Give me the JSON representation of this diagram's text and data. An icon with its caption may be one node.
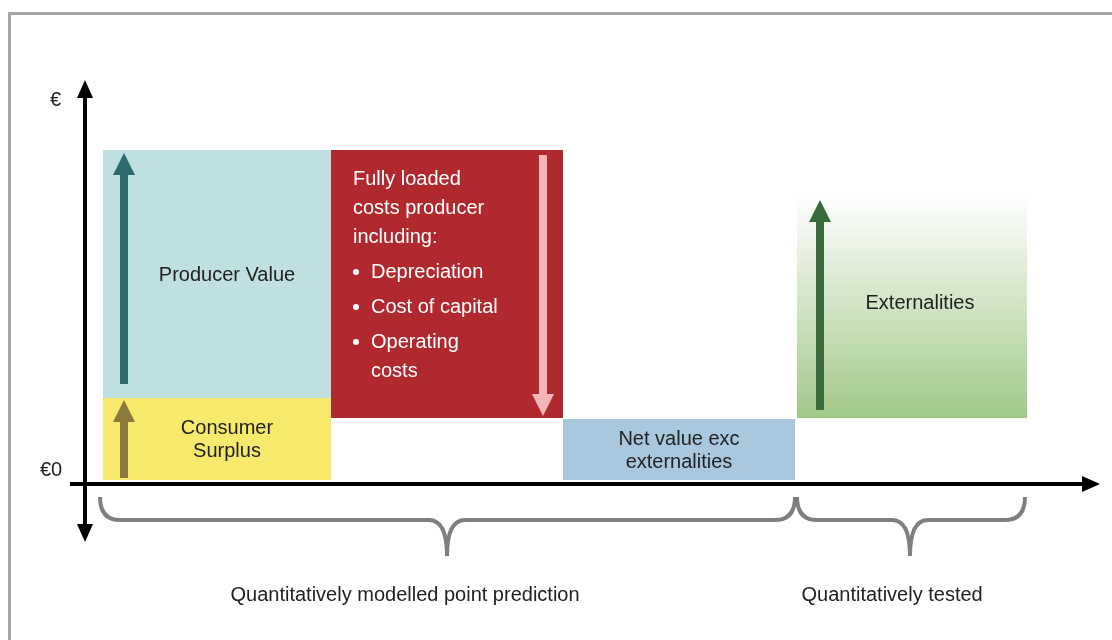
{
  "diagram": {
    "nodes": [
      {
        "text": [
          "Producer Value"
        ]
      },
      {
        "text": [
          "Consumer Surplus"
        ]
      },
      {
        "text": [
          "Fully loaded costs producer including:",
          "Depreciation",
          "Cost of capital",
          "Operating costs"
        ]
      },
      {
        "text": [
          "Net value exc externalities"
        ]
      },
      {
        "text": [
          "Externalities"
        ]
      }
    ],
    "labels": [
      "€",
      "€0",
      "Quantitatively modelled point prediction",
      "Quantitatively tested"
    ]
  }
}
